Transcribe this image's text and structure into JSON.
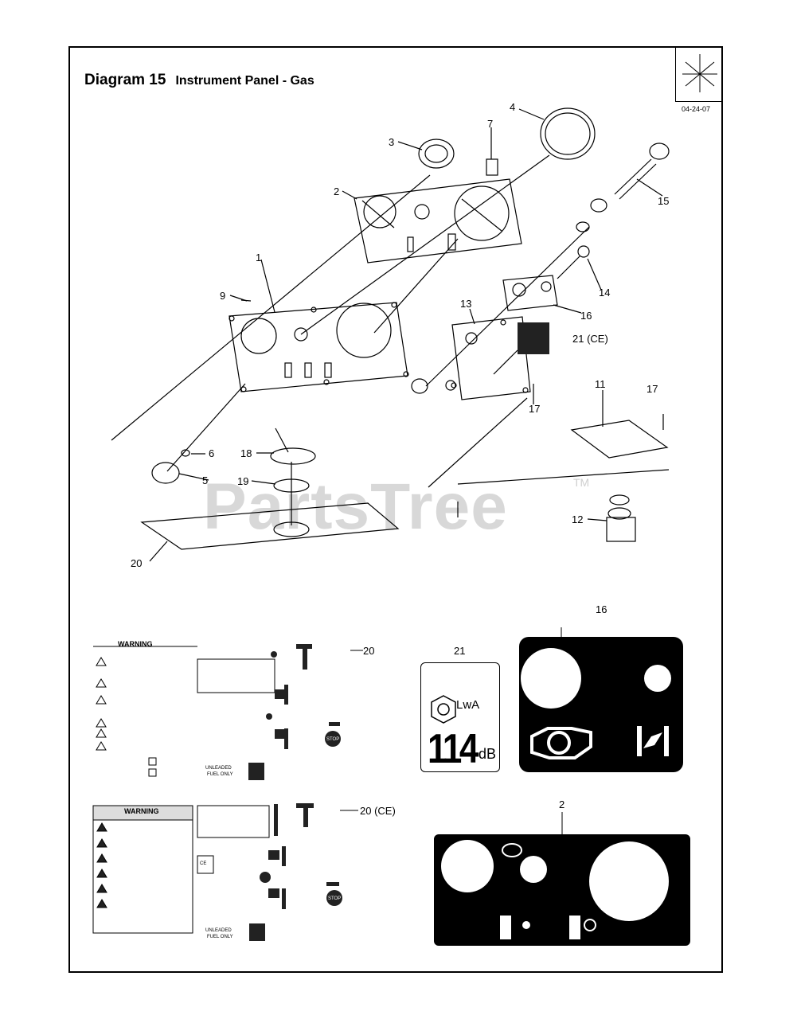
{
  "header": {
    "diagram_label": "Diagram 15",
    "subtitle": "Instrument Panel - Gas",
    "date": "04-24-07"
  },
  "callouts": {
    "c1": "1",
    "c2": "2",
    "c3": "3",
    "c4": "4",
    "c5": "5",
    "c6": "6",
    "c7": "7",
    "c9": "9",
    "c11": "11",
    "c12": "12",
    "c13": "13",
    "c14": "14",
    "c15": "15",
    "c16a": "16",
    "c16b": "16",
    "c17a": "17",
    "c17b": "17",
    "c18": "18",
    "c19": "19",
    "c20": "20",
    "c21ce": "21 (CE)",
    "c20b": "20",
    "c20ce": "20 (CE)",
    "c21": "21",
    "c2b": "2"
  },
  "watermark": {
    "text": "PartsTree",
    "tm": "TM"
  },
  "decal_21": {
    "sound_label": "LwA",
    "level": "114",
    "unit": "dB"
  },
  "decal_20": {
    "warning": "WARNING",
    "unleaded_1": "UNLEADED",
    "unleaded_2": "FUEL ONLY",
    "stop": "STOP"
  },
  "decal_20ce": {
    "warning": "WARNING",
    "ce": "CE",
    "unleaded_1": "UNLEADED",
    "unleaded_2": "FUEL ONLY",
    "stop": "STOP"
  }
}
